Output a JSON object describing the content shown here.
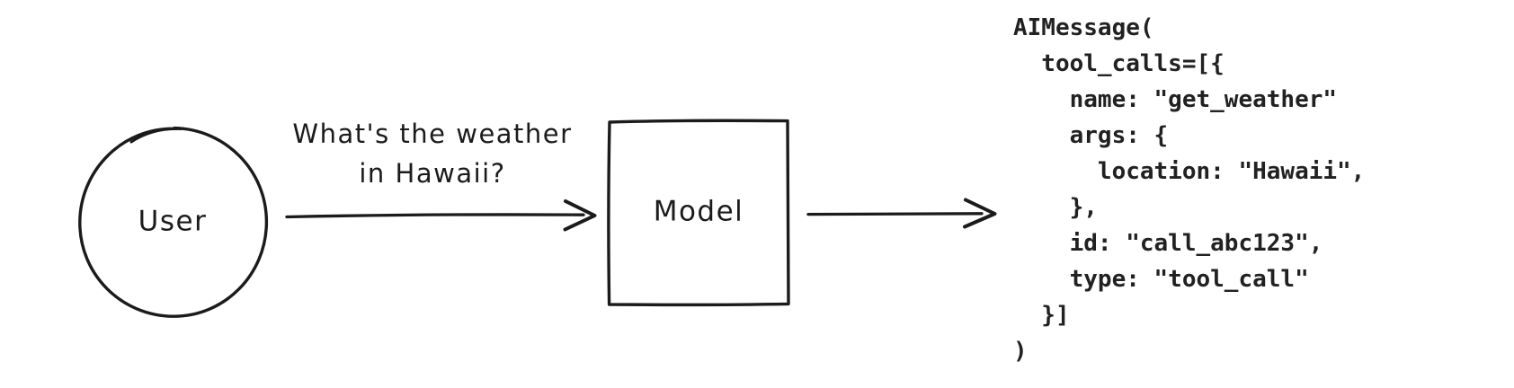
{
  "colors": {
    "background": "#ffffff",
    "ink": "#1b1b1b",
    "code_text": "#212121"
  },
  "nodes": {
    "user": {
      "label": "User",
      "shape": "circle"
    },
    "model": {
      "label": "Model",
      "shape": "rectangle"
    }
  },
  "arrows": {
    "user_to_model": {
      "label_line1": "What's the weather",
      "label_line2": "in Hawaii?"
    },
    "model_to_output": {
      "label": ""
    }
  },
  "code_output": {
    "language": "python-like",
    "lines": [
      "AIMessage(",
      "  tool_calls=[{",
      "    name: \"get_weather\"",
      "    args: {",
      "      location: \"Hawaii\",",
      "    },",
      "    id: \"call_abc123\",",
      "    type: \"tool_call\"",
      "  }]",
      ")"
    ]
  }
}
